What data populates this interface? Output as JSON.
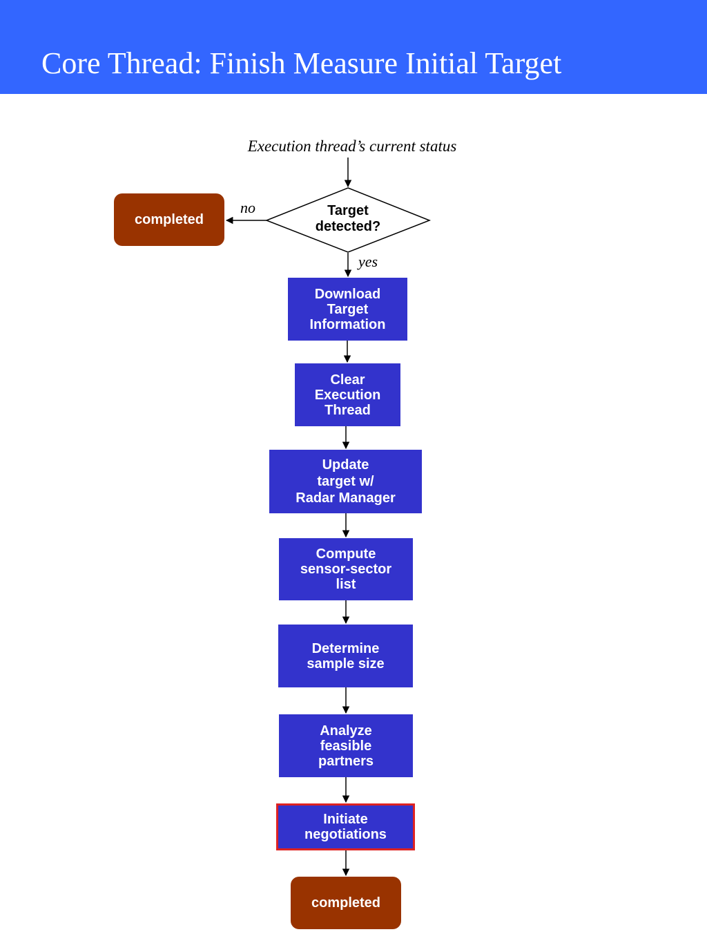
{
  "slide": {
    "title": "Core Thread:  Finish Measure Initial Target"
  },
  "flowchart": {
    "start_label": "Execution thread’s current status",
    "decision": {
      "label": "Target\ndetected?",
      "no_label": "no",
      "yes_label": "yes"
    },
    "no_terminal": "completed",
    "steps": [
      "Download\nTarget\nInformation",
      "Clear\nExecution\nThread",
      "Update\ntarget w/\nRadar Manager",
      "Compute\nsensor-sector\nlist",
      "Determine\nsample size",
      "Analyze\nfeasible\npartners",
      "Initiate\nnegotiations"
    ],
    "end_terminal": "completed"
  },
  "colors": {
    "header_bg": "#3366ff",
    "process_box": "#3333cc",
    "terminal_box": "#993300",
    "highlight_border": "#dd2222"
  }
}
